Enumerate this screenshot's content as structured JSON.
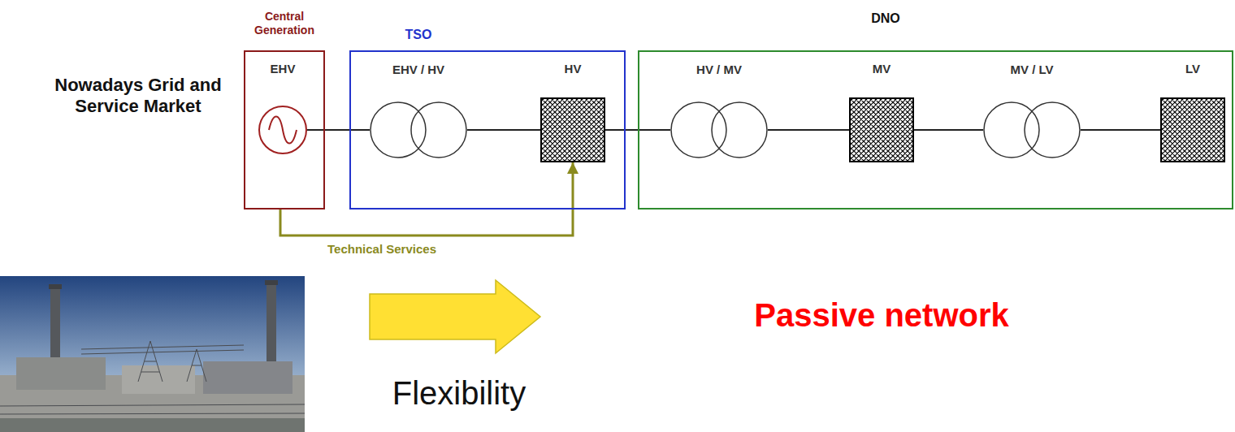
{
  "diagram": {
    "nodes": [
      {
        "text": [
          "Central Generation"
        ]
      },
      {
        "text": [
          "EHV"
        ],
        "in": 0
      },
      {
        "text": [
          "TSO"
        ]
      },
      {
        "text": [
          "EHV / HV"
        ],
        "in": 2
      },
      {
        "text": [
          "HV"
        ],
        "in": 2
      },
      {
        "text": [
          "DNO"
        ]
      },
      {
        "text": [
          "HV / MV"
        ],
        "in": 5
      },
      {
        "text": [
          "MV"
        ],
        "in": 5
      },
      {
        "text": [
          "MV / LV"
        ],
        "in": 5
      },
      {
        "text": [
          "LV"
        ],
        "in": 5
      }
    ],
    "edges": [
      {
        "from": 1,
        "to": 3,
        "arrow": "none"
      },
      {
        "from": 3,
        "to": 4,
        "arrow": "none"
      },
      {
        "from": 4,
        "to": 6,
        "arrow": "none"
      },
      {
        "from": 6,
        "to": 7,
        "arrow": "none"
      },
      {
        "from": 7,
        "to": 8,
        "arrow": "none"
      },
      {
        "from": 8,
        "to": 9,
        "arrow": "none"
      },
      {
        "from": 0,
        "to": 4,
        "label": "Technical Services",
        "arrow": "to"
      }
    ],
    "labels": [
      "Nowadays Grid and Service Market",
      "Passive network",
      "Flexibility"
    ]
  }
}
